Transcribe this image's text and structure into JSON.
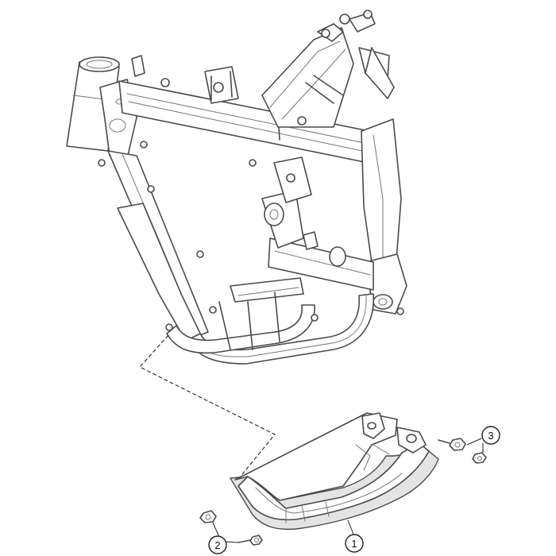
{
  "callouts": [
    {
      "id": "1",
      "label": "1"
    },
    {
      "id": "2",
      "label": "2"
    },
    {
      "id": "3",
      "label": "3"
    }
  ],
  "colors": {
    "line": "#4a4a4a",
    "background": "#ffffff",
    "callout_stroke": "#222222"
  }
}
